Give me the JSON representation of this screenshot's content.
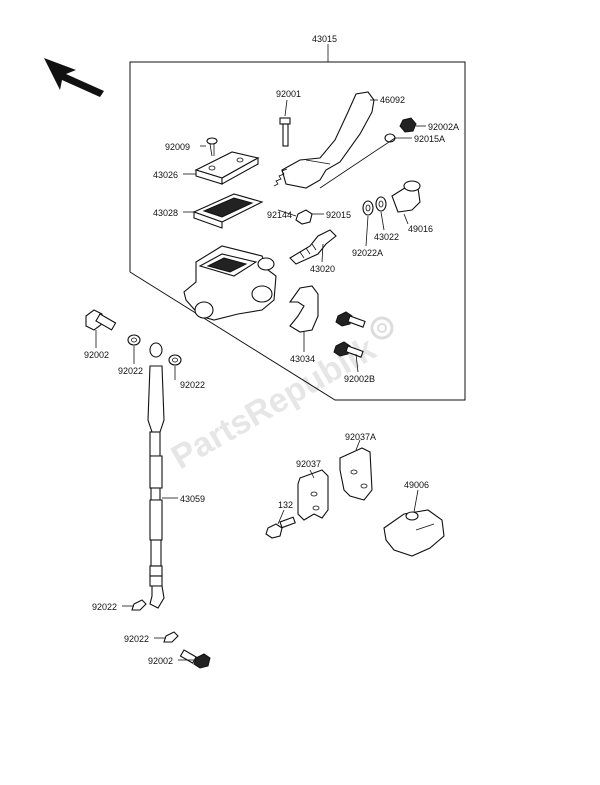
{
  "watermark": "PartsRepublik",
  "labels": {
    "l43015": "43015",
    "l92001": "92001",
    "l46092": "46092",
    "l92002A": "92002A",
    "l92015A": "92015A",
    "l92009": "92009",
    "l43026": "43026",
    "l43028": "43028",
    "l92144": "92144",
    "l92015": "92015",
    "l49016": "49016",
    "l43022": "43022",
    "l92022A": "92022A",
    "l43020": "43020",
    "l43034": "43034",
    "l92002B": "92002B",
    "l92002_top": "92002",
    "l92022_a": "92022",
    "l92022_b": "92022",
    "l43059": "43059",
    "l92037A": "92037A",
    "l92037": "92037",
    "l49006": "49006",
    "l132": "132",
    "l92022_c": "92022",
    "l92022_d": "92022",
    "l92002_bot": "92002"
  }
}
